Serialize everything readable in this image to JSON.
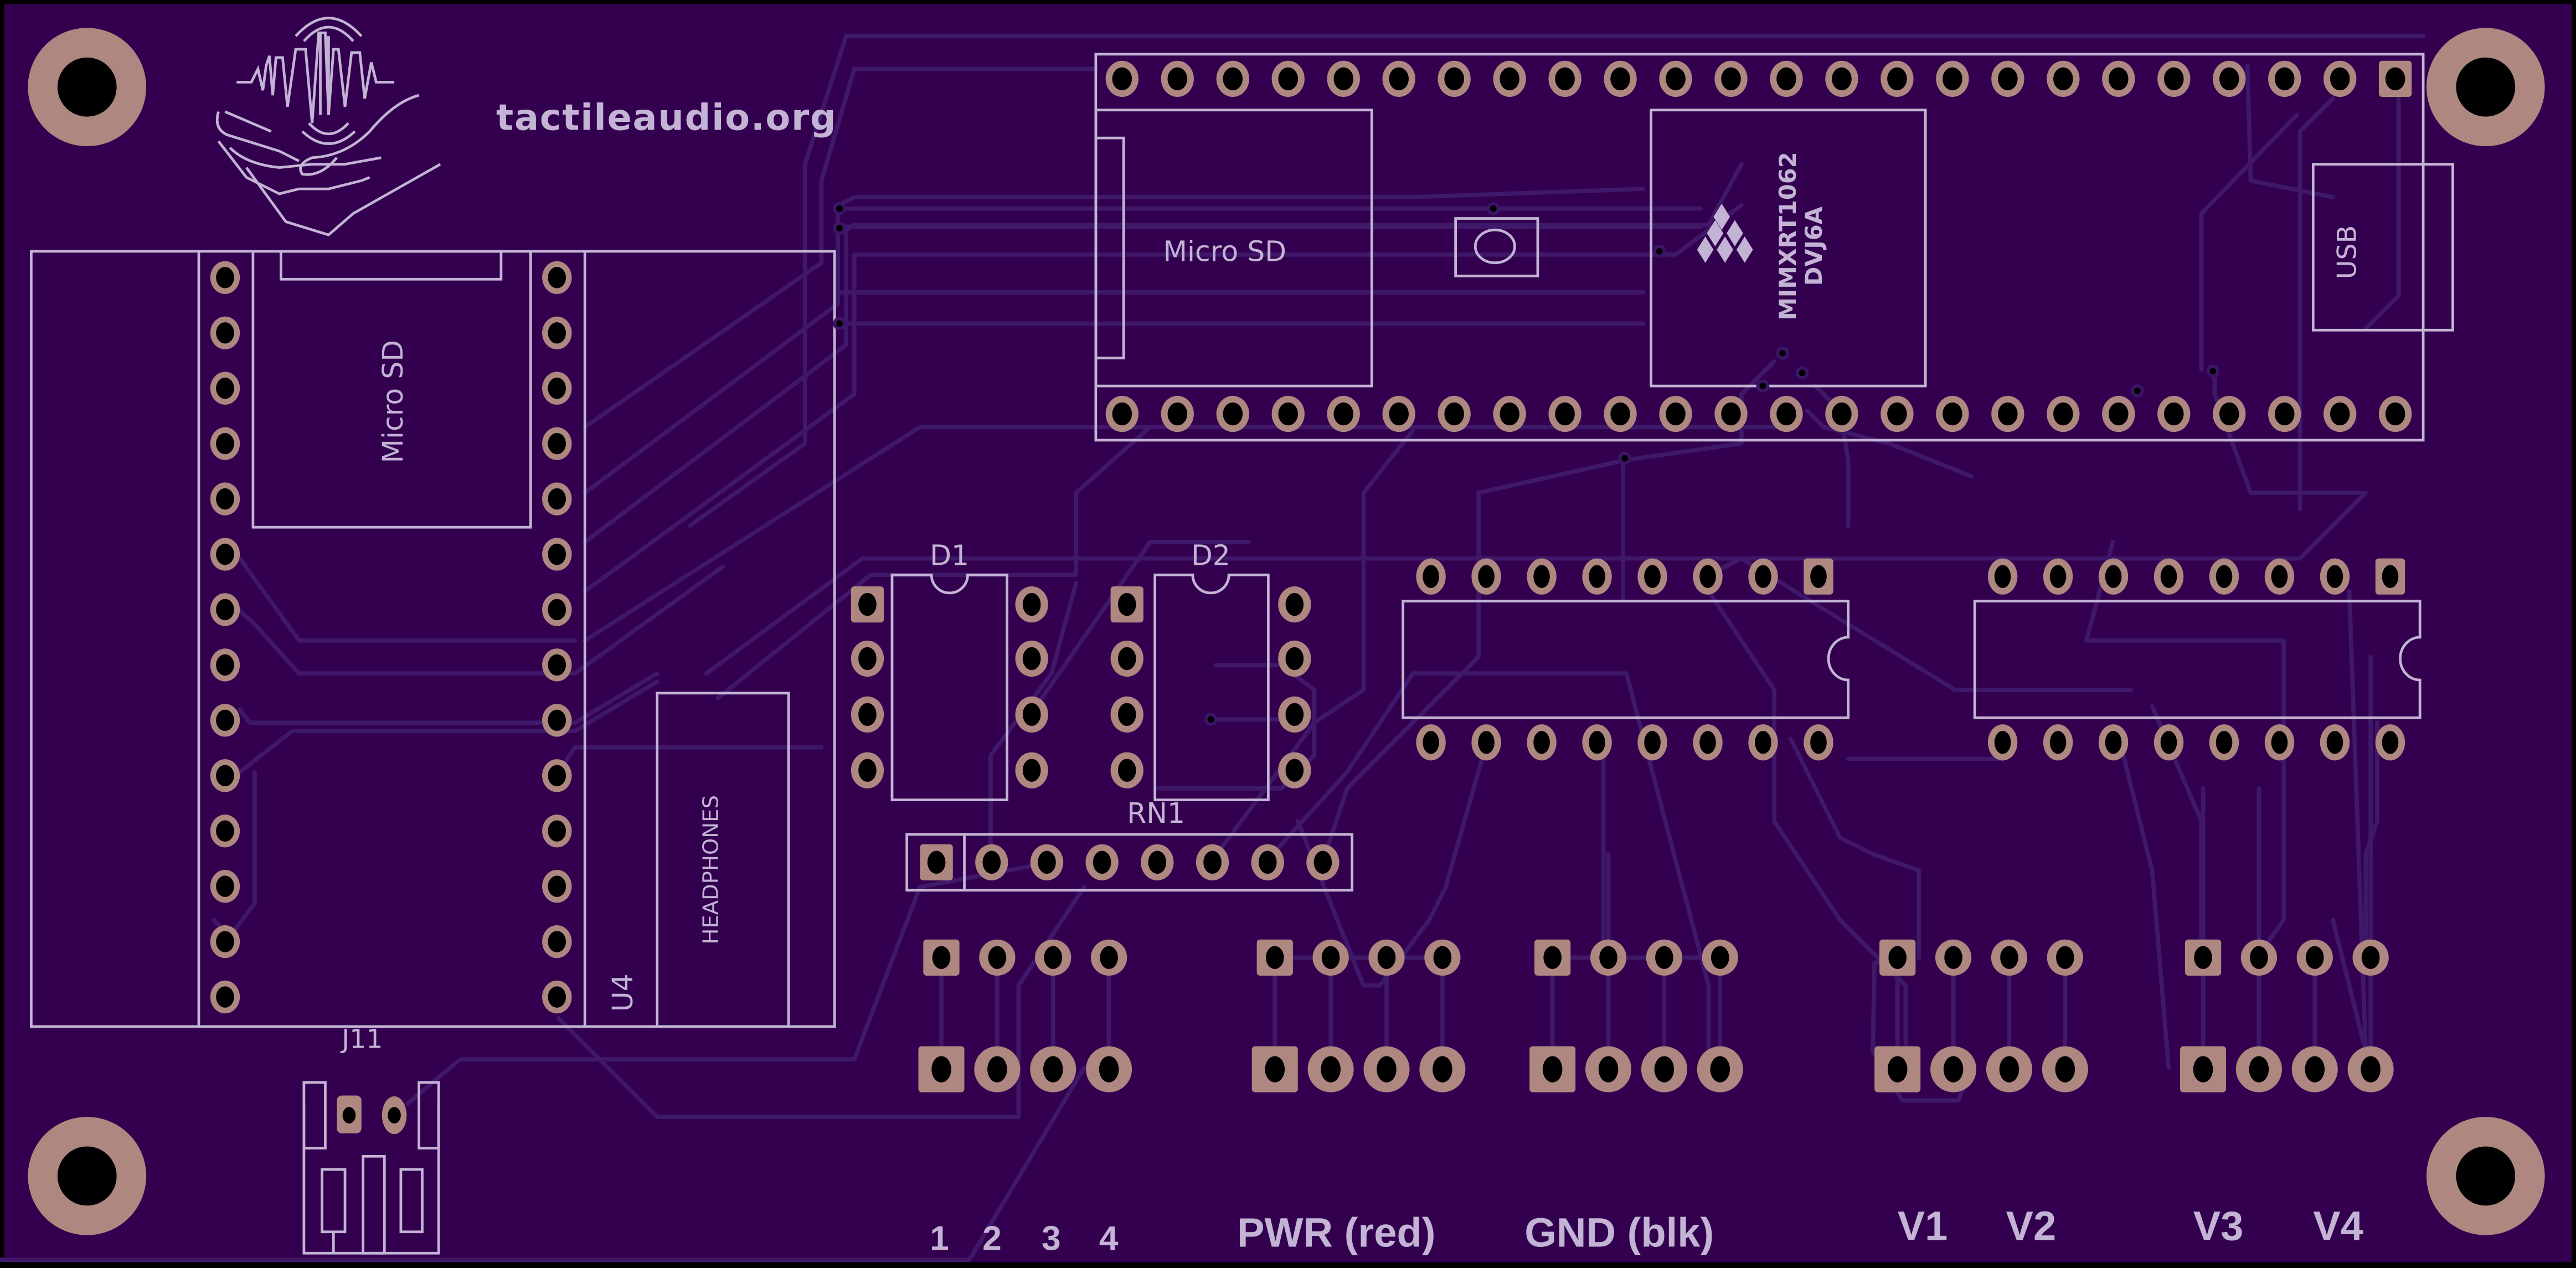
{
  "view": {
    "type": "PCB top-side render",
    "colors": {
      "soldermask": "#32004f",
      "silkscreen": "#c3b3d4",
      "copper": "#ae8880",
      "trace": "#40186a",
      "drill": "#000000",
      "border": "#000000"
    }
  },
  "logo": {
    "icon": "hand-soundwave-icon",
    "text": "tactileaudio.org"
  },
  "teensy": {
    "pins_per_row": 24,
    "sd_label": "Micro SD",
    "chip_label_line1": "MIMXRT1062",
    "chip_label_line2": "DVJ6A",
    "chip_logo": "nxp-logo-icon",
    "usb_label": "USB"
  },
  "audio_board": {
    "ref": "U4",
    "sd_label": "Micro SD",
    "jack_label": "HEADPHONES",
    "pins_per_column": 14
  },
  "components": {
    "d1": {
      "ref": "D1",
      "pins": 8
    },
    "d2": {
      "ref": "D2",
      "pins": 8
    },
    "rn1": {
      "ref": "RN1",
      "pins": 8
    },
    "ic_left": {
      "pins": 16
    },
    "ic_right": {
      "pins": 16
    },
    "j11": {
      "ref": "J11",
      "pins": 2
    }
  },
  "connectors": {
    "groups": [
      {
        "id": "signal",
        "label": "1  2  3  4",
        "pin_labels": [
          "1",
          "2",
          "3",
          "4"
        ]
      },
      {
        "id": "pwr",
        "label": "PWR (red)"
      },
      {
        "id": "gnd",
        "label": "GND (blk)"
      },
      {
        "id": "v12",
        "pin_labels": [
          "V1",
          "V2"
        ]
      },
      {
        "id": "v34",
        "pin_labels": [
          "V3",
          "V4"
        ]
      }
    ]
  }
}
